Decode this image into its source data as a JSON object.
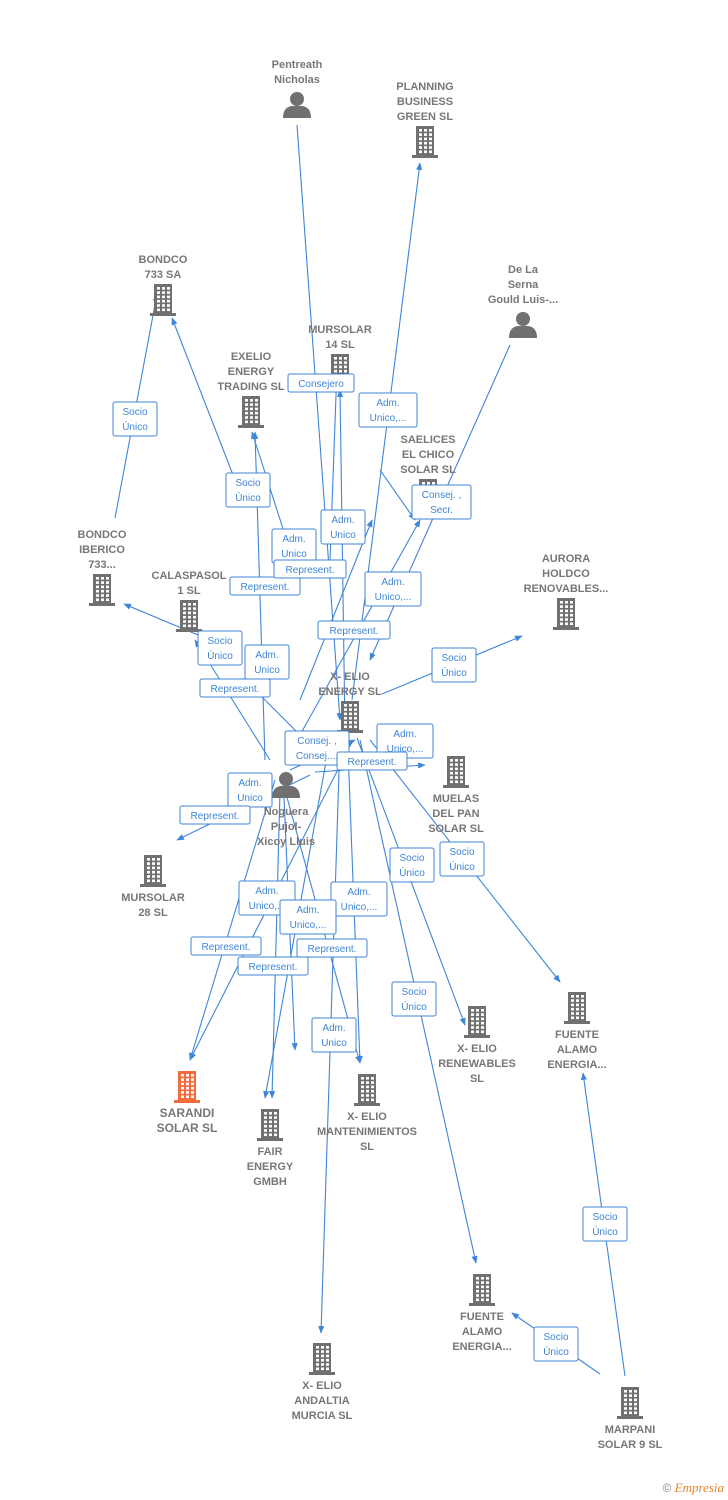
{
  "colors": {
    "edge": "#3f86d6",
    "node": "#707070",
    "highlight": "#f26c3d"
  },
  "nodes": [
    {
      "id": "pentreath",
      "type": "person",
      "label": [
        "Pentreath",
        "Nicholas"
      ]
    },
    {
      "id": "planning",
      "type": "company",
      "label": [
        "PLANNING",
        "BUSINESS",
        "GREEN  SL"
      ]
    },
    {
      "id": "bondco733",
      "type": "company",
      "label": [
        "BONDCO",
        "733 SA"
      ]
    },
    {
      "id": "delaserna",
      "type": "person",
      "label": [
        "De La",
        "Serna",
        "Gould Luis-..."
      ]
    },
    {
      "id": "mursolar14",
      "type": "company",
      "label": [
        "MURSOLAR",
        "14 SL"
      ]
    },
    {
      "id": "exelio",
      "type": "company",
      "label": [
        "EXELIO",
        "ENERGY",
        "TRADING  SL"
      ]
    },
    {
      "id": "saelices",
      "type": "company",
      "label": [
        "SAELICES",
        "EL CHICO",
        "SOLAR SL"
      ]
    },
    {
      "id": "bondcoiberico",
      "type": "company",
      "label": [
        "BONDCO",
        "IBERICO",
        "733..."
      ]
    },
    {
      "id": "calaspasol",
      "type": "company",
      "label": [
        "CALASPASOL",
        "1  SL"
      ]
    },
    {
      "id": "aurora",
      "type": "company",
      "label": [
        "AURORA",
        "HOLDCO",
        "RENOVABLES..."
      ]
    },
    {
      "id": "xelio",
      "type": "company",
      "label": [
        "X- ELIO",
        "ENERGY  SL"
      ]
    },
    {
      "id": "muelas",
      "type": "company",
      "label": [
        "MUELAS",
        "DEL PAN",
        "SOLAR SL"
      ]
    },
    {
      "id": "noguera",
      "type": "person",
      "label": [
        "Noguera",
        "Pujol-",
        "Xicoy Lluis"
      ]
    },
    {
      "id": "mursolar28",
      "type": "company",
      "label": [
        "MURSOLAR",
        "28 SL"
      ]
    },
    {
      "id": "xeliorenew",
      "type": "company",
      "label": [
        "X- ELIO",
        "RENEWABLES",
        "SL"
      ]
    },
    {
      "id": "fuente1",
      "type": "company",
      "label": [
        "FUENTE",
        "ALAMO",
        "ENERGIA..."
      ]
    },
    {
      "id": "sarandi",
      "type": "company",
      "label": [
        "SARANDI",
        "SOLAR  SL"
      ],
      "main": true
    },
    {
      "id": "fair",
      "type": "company",
      "label": [
        "FAIR",
        "ENERGY",
        "GMBH"
      ]
    },
    {
      "id": "xeliomant",
      "type": "company",
      "label": [
        "X- ELIO",
        "MANTENIMIENTOS",
        "SL"
      ]
    },
    {
      "id": "fuente2",
      "type": "company",
      "label": [
        "FUENTE",
        "ALAMO",
        "ENERGIA..."
      ]
    },
    {
      "id": "andaltia",
      "type": "company",
      "label": [
        "X- ELIO",
        "ANDALTIA",
        "MURCIA  SL"
      ]
    },
    {
      "id": "marpani",
      "type": "company",
      "label": [
        "MARPANI",
        "SOLAR 9  SL"
      ]
    }
  ],
  "edge_labels": [
    {
      "id": "e1",
      "text": [
        "Consejero"
      ]
    },
    {
      "id": "e2",
      "text": [
        "Adm.",
        "Unico,..."
      ]
    },
    {
      "id": "e3",
      "text": [
        "Socio",
        "Único"
      ]
    },
    {
      "id": "e4",
      "text": [
        "Socio",
        "Único"
      ]
    },
    {
      "id": "e5",
      "text": [
        "Consej. ,",
        "Secr."
      ]
    },
    {
      "id": "e6",
      "text": [
        "Adm.",
        "Unico"
      ]
    },
    {
      "id": "e7",
      "text": [
        "Adm.",
        "Unico"
      ]
    },
    {
      "id": "e8",
      "text": [
        "Represent."
      ]
    },
    {
      "id": "e9",
      "text": [
        "Represent."
      ]
    },
    {
      "id": "e10",
      "text": [
        "Adm.",
        "Unico,..."
      ]
    },
    {
      "id": "e11",
      "text": [
        "Represent."
      ]
    },
    {
      "id": "e12",
      "text": [
        "Socio",
        "Único"
      ]
    },
    {
      "id": "e13",
      "text": [
        "Adm.",
        "Unico"
      ]
    },
    {
      "id": "e14",
      "text": [
        "Socio",
        "Único"
      ]
    },
    {
      "id": "e15",
      "text": [
        "Represent."
      ]
    },
    {
      "id": "e16",
      "text": [
        "Adm.",
        "Unico,..."
      ]
    },
    {
      "id": "e17",
      "text": [
        "Consej. ,",
        "Consej...."
      ]
    },
    {
      "id": "e18",
      "text": [
        "Represent."
      ]
    },
    {
      "id": "e19",
      "text": [
        "Adm.",
        "Unico"
      ]
    },
    {
      "id": "e20",
      "text": [
        "Represent."
      ]
    },
    {
      "id": "e21",
      "text": [
        "Socio",
        "Único"
      ]
    },
    {
      "id": "e22",
      "text": [
        "Socio",
        "Único"
      ]
    },
    {
      "id": "e23",
      "text": [
        "Adm.",
        "Unico,..."
      ]
    },
    {
      "id": "e24",
      "text": [
        "Adm.",
        "Unico,..."
      ]
    },
    {
      "id": "e25",
      "text": [
        "Adm.",
        "Unico,..."
      ]
    },
    {
      "id": "e26",
      "text": [
        "Represent."
      ]
    },
    {
      "id": "e27",
      "text": [
        "Represent."
      ]
    },
    {
      "id": "e28",
      "text": [
        "Represent."
      ]
    },
    {
      "id": "e29",
      "text": [
        "Socio",
        "Único"
      ]
    },
    {
      "id": "e30",
      "text": [
        "Adm.",
        "Unico"
      ]
    },
    {
      "id": "e31",
      "text": [
        "Socio",
        "Único"
      ]
    },
    {
      "id": "e32",
      "text": [
        "Socio",
        "Único"
      ]
    }
  ],
  "footer": {
    "copyright": "©",
    "brand": "Empresia"
  }
}
